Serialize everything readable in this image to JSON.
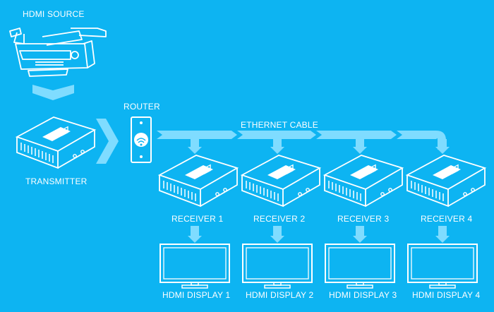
{
  "colors": {
    "background": "#0db4f2",
    "line": "#ffffff",
    "flow": "#7fdcff"
  },
  "labels": {
    "source": "HDMI SOURCE",
    "transmitter": "TRANSMITTER",
    "router": "ROUTER",
    "cable": "ETHERNET CABLE"
  },
  "receivers": [
    {
      "label": "RECEIVER 1",
      "display": "HDMI DISPLAY 1"
    },
    {
      "label": "RECEIVER 2",
      "display": "HDMI DISPLAY 2"
    },
    {
      "label": "RECEIVER 3",
      "display": "HDMI DISPLAY 3"
    },
    {
      "label": "RECEIVER 4",
      "display": "HDMI DISPLAY 4"
    }
  ],
  "icons": [
    "video-camera-icon",
    "transmitter-box-icon",
    "router-icon",
    "receiver-box-icon",
    "monitor-icon"
  ]
}
